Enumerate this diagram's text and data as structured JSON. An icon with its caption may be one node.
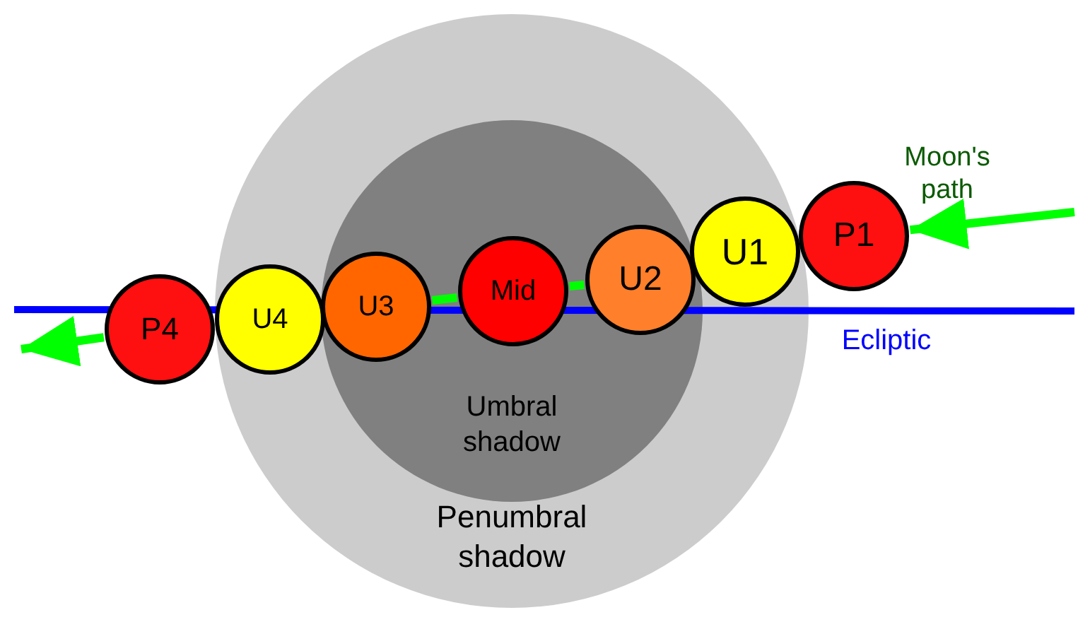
{
  "diagram": {
    "nodes": [
      {
        "text": [
          "Penumbral shadow"
        ]
      },
      {
        "text": [
          "Umbral shadow"
        ],
        "in": 0
      },
      {
        "text": [
          "P4"
        ]
      },
      {
        "text": [
          "U4"
        ],
        "in": 0
      },
      {
        "text": [
          "U3"
        ],
        "in": 1
      },
      {
        "text": [
          "Mid"
        ],
        "in": 1
      },
      {
        "text": [
          "U2"
        ],
        "in": 1
      },
      {
        "text": [
          "U1"
        ],
        "in": 0
      },
      {
        "text": [
          "P1"
        ]
      }
    ],
    "edges": [
      {
        "from": null,
        "to": 8,
        "arrow": "to"
      },
      {
        "from": 6,
        "to": 5,
        "arrow": "none"
      },
      {
        "from": 5,
        "to": 4,
        "arrow": "none"
      },
      {
        "from": 2,
        "to": null,
        "arrow": "to"
      }
    ],
    "labels": [
      "Moon's path",
      "Ecliptic"
    ]
  }
}
